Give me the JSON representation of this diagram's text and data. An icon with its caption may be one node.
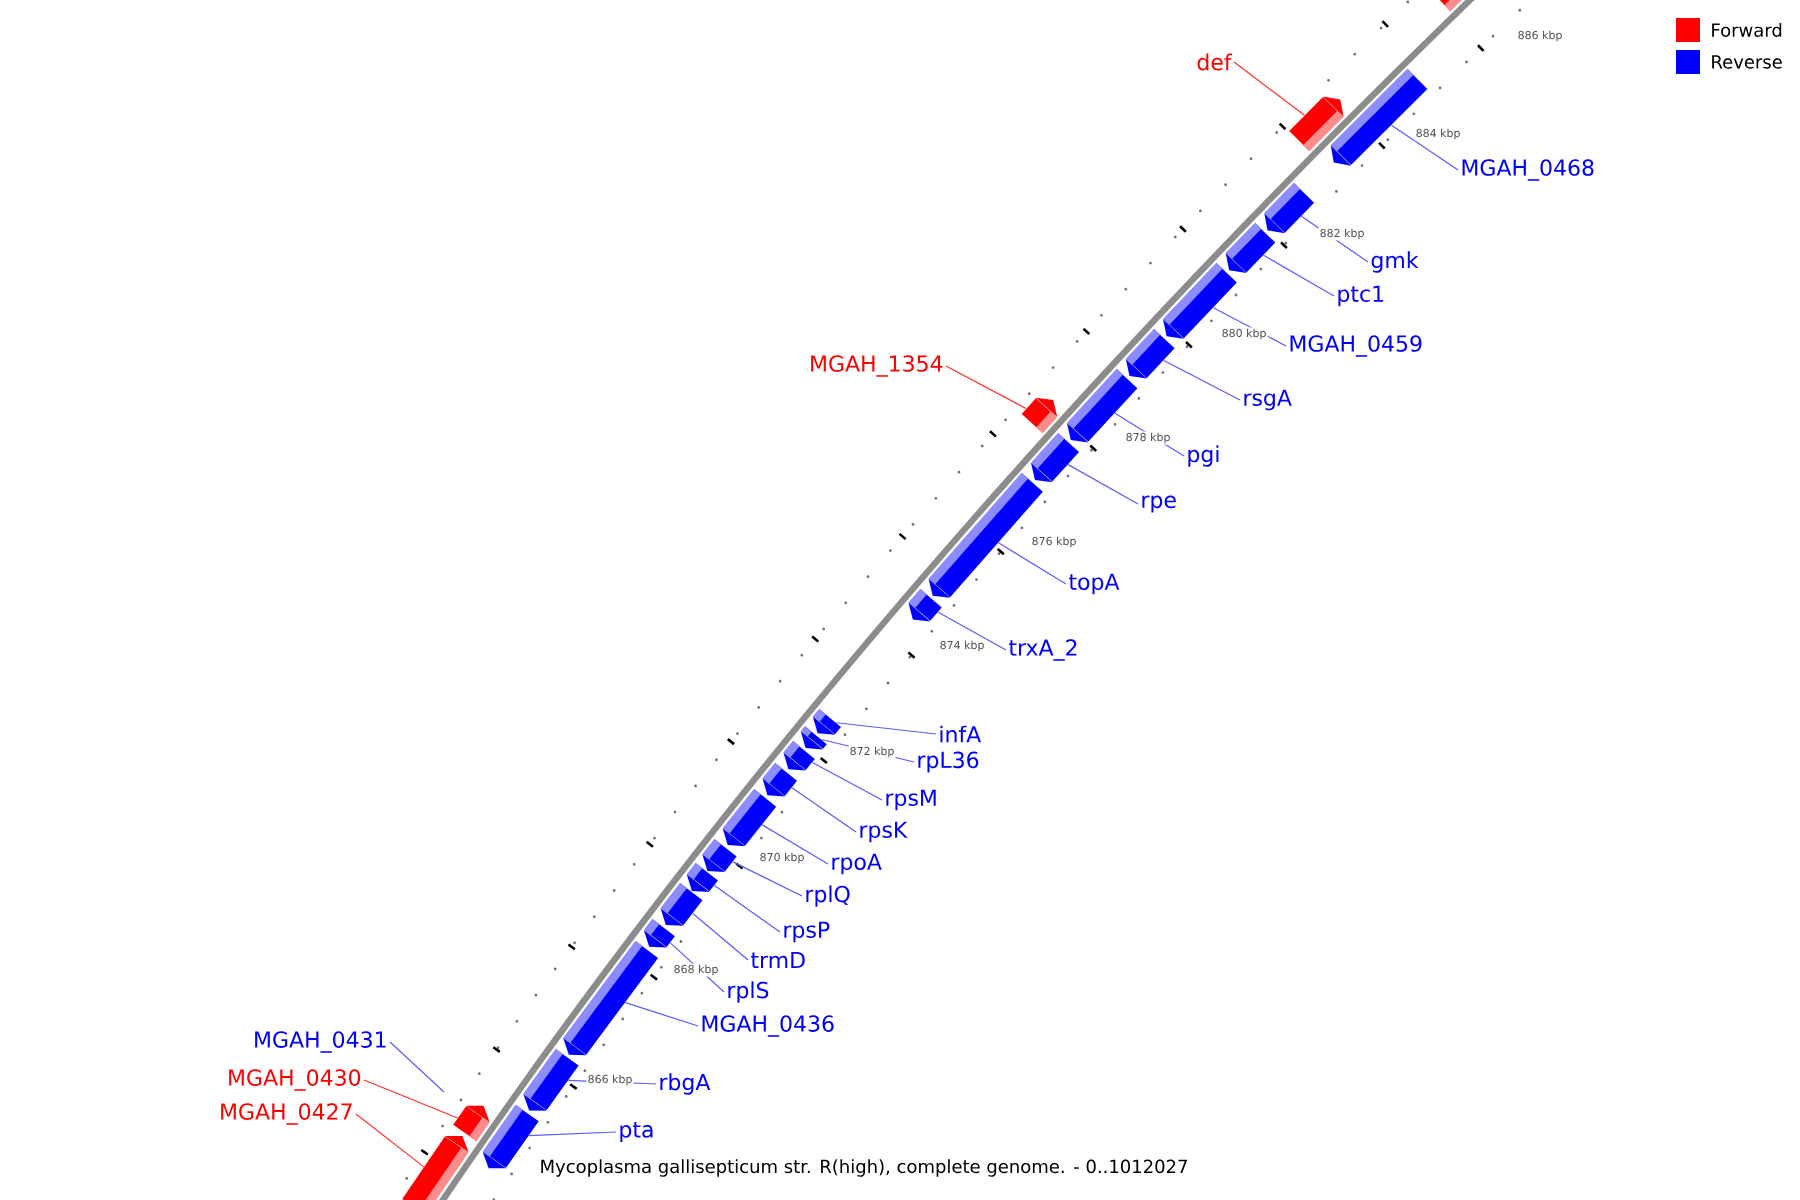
{
  "diagram": {
    "caption": "Mycoplasma gallisepticum str. R(high), complete genome. - 0..1012027",
    "nodes": [
      {
        "text": [],
        "shape": "bar"
      },
      {
        "text": [
          "def"
        ]
      },
      {
        "text": [],
        "shape": "bar"
      },
      {
        "text": [
          "MGAH_0468"
        ]
      },
      {
        "text": [],
        "shape": "bar"
      },
      {
        "text": [
          "gmk"
        ]
      },
      {
        "text": [],
        "shape": "bar"
      },
      {
        "text": [
          "ptc1"
        ]
      },
      {
        "text": [],
        "shape": "bar"
      },
      {
        "text": [
          "MGAH_0459"
        ]
      },
      {
        "text": [],
        "shape": "bar"
      },
      {
        "text": [
          "MGAH_1354"
        ]
      },
      {
        "text": [],
        "shape": "bar"
      },
      {
        "text": [
          "rsgA"
        ]
      },
      {
        "text": [],
        "shape": "bar"
      },
      {
        "text": [
          "pgi"
        ]
      },
      {
        "text": [],
        "shape": "bar"
      },
      {
        "text": [
          "rpe"
        ]
      },
      {
        "text": [],
        "shape": "bar"
      },
      {
        "text": [
          "topA"
        ]
      },
      {
        "text": [],
        "shape": "bar"
      },
      {
        "text": [
          "trxA_2"
        ]
      },
      {
        "text": [],
        "shape": "bar"
      },
      {
        "text": [
          "infA"
        ]
      },
      {
        "text": [],
        "shape": "bar"
      },
      {
        "text": [
          "rpL36"
        ]
      },
      {
        "text": [],
        "shape": "bar"
      },
      {
        "text": [
          "rpsM"
        ]
      },
      {
        "text": [],
        "shape": "bar"
      },
      {
        "text": [
          "rpsK"
        ]
      },
      {
        "text": [],
        "shape": "bar"
      },
      {
        "text": [
          "rpoA"
        ]
      },
      {
        "text": [],
        "shape": "bar"
      },
      {
        "text": [
          "rplQ"
        ]
      },
      {
        "text": [],
        "shape": "bar"
      },
      {
        "text": [
          "rpsP"
        ]
      },
      {
        "text": [],
        "shape": "bar"
      },
      {
        "text": [
          "trmD"
        ]
      },
      {
        "text": [],
        "shape": "bar"
      },
      {
        "text": [
          "rplS"
        ]
      },
      {
        "text": [],
        "shape": "bar"
      },
      {
        "text": [
          "MGAH_0436"
        ]
      },
      {
        "text": [],
        "shape": "bar"
      },
      {
        "text": [
          "MGAH_0431"
        ]
      },
      {
        "text": [
          "rbgA"
        ]
      },
      {
        "text": [],
        "shape": "bar"
      },
      {
        "text": [
          "MGAH_0430"
        ]
      },
      {
        "text": [],
        "shape": "bar"
      },
      {
        "text": [
          "pta"
        ]
      },
      {
        "text": [],
        "shape": "bar"
      },
      {
        "text": [
          "MGAH_0427"
        ]
      },
      {
        "text": [],
        "shape": "bar"
      }
    ],
    "edges": [
      {
        "from": 1,
        "to": 2,
        "arrow": "none",
        "color": "#ff3030"
      },
      {
        "from": 3,
        "to": 4,
        "arrow": "none"
      },
      {
        "from": 5,
        "to": 6,
        "arrow": "none"
      },
      {
        "from": 7,
        "to": 8,
        "arrow": "none"
      },
      {
        "from": 9,
        "to": 10,
        "arrow": "none"
      },
      {
        "from": 11,
        "to": 12,
        "arrow": "none",
        "color": "#ff3030"
      },
      {
        "from": 13,
        "to": 14,
        "arrow": "none"
      },
      {
        "from": 15,
        "to": 16,
        "arrow": "none"
      },
      {
        "from": 17,
        "to": 18,
        "arrow": "none"
      },
      {
        "from": 19,
        "to": 20,
        "arrow": "none"
      },
      {
        "from": 21,
        "to": 22,
        "arrow": "none"
      },
      {
        "from": 23,
        "to": 24,
        "arrow": "none"
      },
      {
        "from": 25,
        "to": 26,
        "arrow": "none"
      },
      {
        "from": 27,
        "to": 28,
        "arrow": "none"
      },
      {
        "from": 29,
        "to": 30,
        "arrow": "none"
      },
      {
        "from": 31,
        "to": 32,
        "arrow": "none"
      },
      {
        "from": 33,
        "to": 34,
        "arrow": "none"
      },
      {
        "from": 35,
        "to": 36,
        "arrow": "none"
      },
      {
        "from": 37,
        "to": 38,
        "arrow": "none"
      },
      {
        "from": 39,
        "to": 40,
        "arrow": "none"
      },
      {
        "from": 41,
        "to": 42,
        "arrow": "none"
      },
      {
        "from": 43,
        "to": null,
        "arrow": "none"
      },
      {
        "from": 44,
        "to": 45,
        "arrow": "none"
      },
      {
        "from": 46,
        "to": 47,
        "arrow": "none",
        "color": "#ff3030"
      },
      {
        "from": 48,
        "to": 49,
        "arrow": "none"
      },
      {
        "from": 50,
        "to": 51,
        "arrow": "none",
        "color": "#ff3030"
      }
    ],
    "labels": [
      "886 kbp",
      "884 kbp",
      "882 kbp",
      "880 kbp",
      "878 kbp",
      "876 kbp",
      "874 kbp",
      "872 kbp",
      "870 kbp",
      "868 kbp",
      "866 kbp"
    ],
    "legend": [
      {
        "text": "Forward",
        "color": "#ff0000"
      },
      {
        "text": "Reverse",
        "color": "#0000ff"
      }
    ]
  }
}
